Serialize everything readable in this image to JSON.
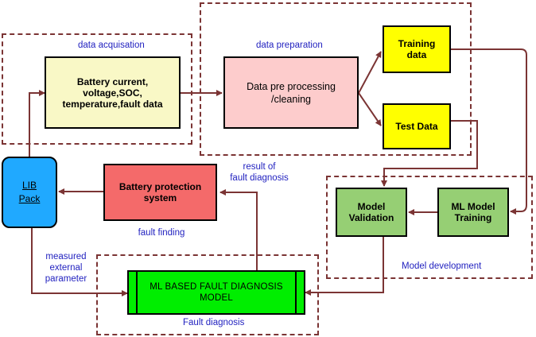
{
  "zones": {
    "acquisition": "data acquisation",
    "preparation": "data preparation",
    "development": "Model development",
    "diagnosis": "Fault diagnosis"
  },
  "nodes": {
    "battery_data": [
      "Battery current,",
      "voltage,SOC,",
      "temperature,fault data"
    ],
    "preprocessing": [
      "Data pre processing",
      "/cleaning"
    ],
    "training_data": [
      "Training",
      "data"
    ],
    "test_data": "Test Data",
    "ml_training": [
      "ML Model",
      "Training"
    ],
    "model_validation": [
      "Model",
      "Validation"
    ],
    "protection": [
      "Battery protection",
      "system"
    ],
    "lib_pack": [
      "LIB",
      "Pack"
    ],
    "ml_model": [
      "ML BASED FAULT DIAGNOSIS",
      "MODEL"
    ]
  },
  "notes": {
    "result": [
      "result of",
      "fault diagnosis"
    ],
    "fault_finding": "fault finding",
    "measured": [
      "measured",
      "external",
      "parameter"
    ]
  },
  "colors": {
    "connector": "#7b3434",
    "label_text": "#1f1fbf"
  }
}
